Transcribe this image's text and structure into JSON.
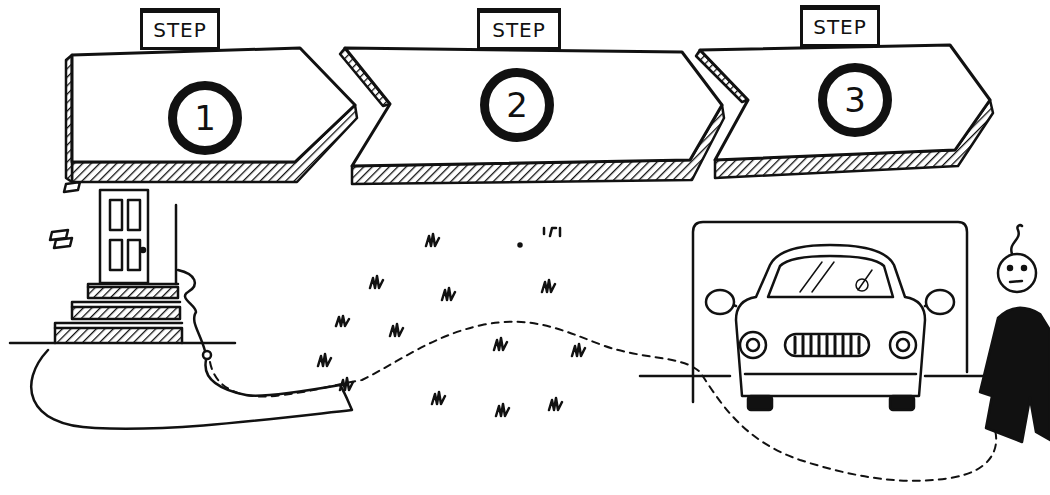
{
  "diagram": {
    "nodes": [
      {
        "text": [
          "STEP",
          "1"
        ]
      },
      {
        "text": [
          "STEP",
          "2"
        ]
      },
      {
        "text": [
          "STEP",
          "3"
        ]
      }
    ]
  }
}
